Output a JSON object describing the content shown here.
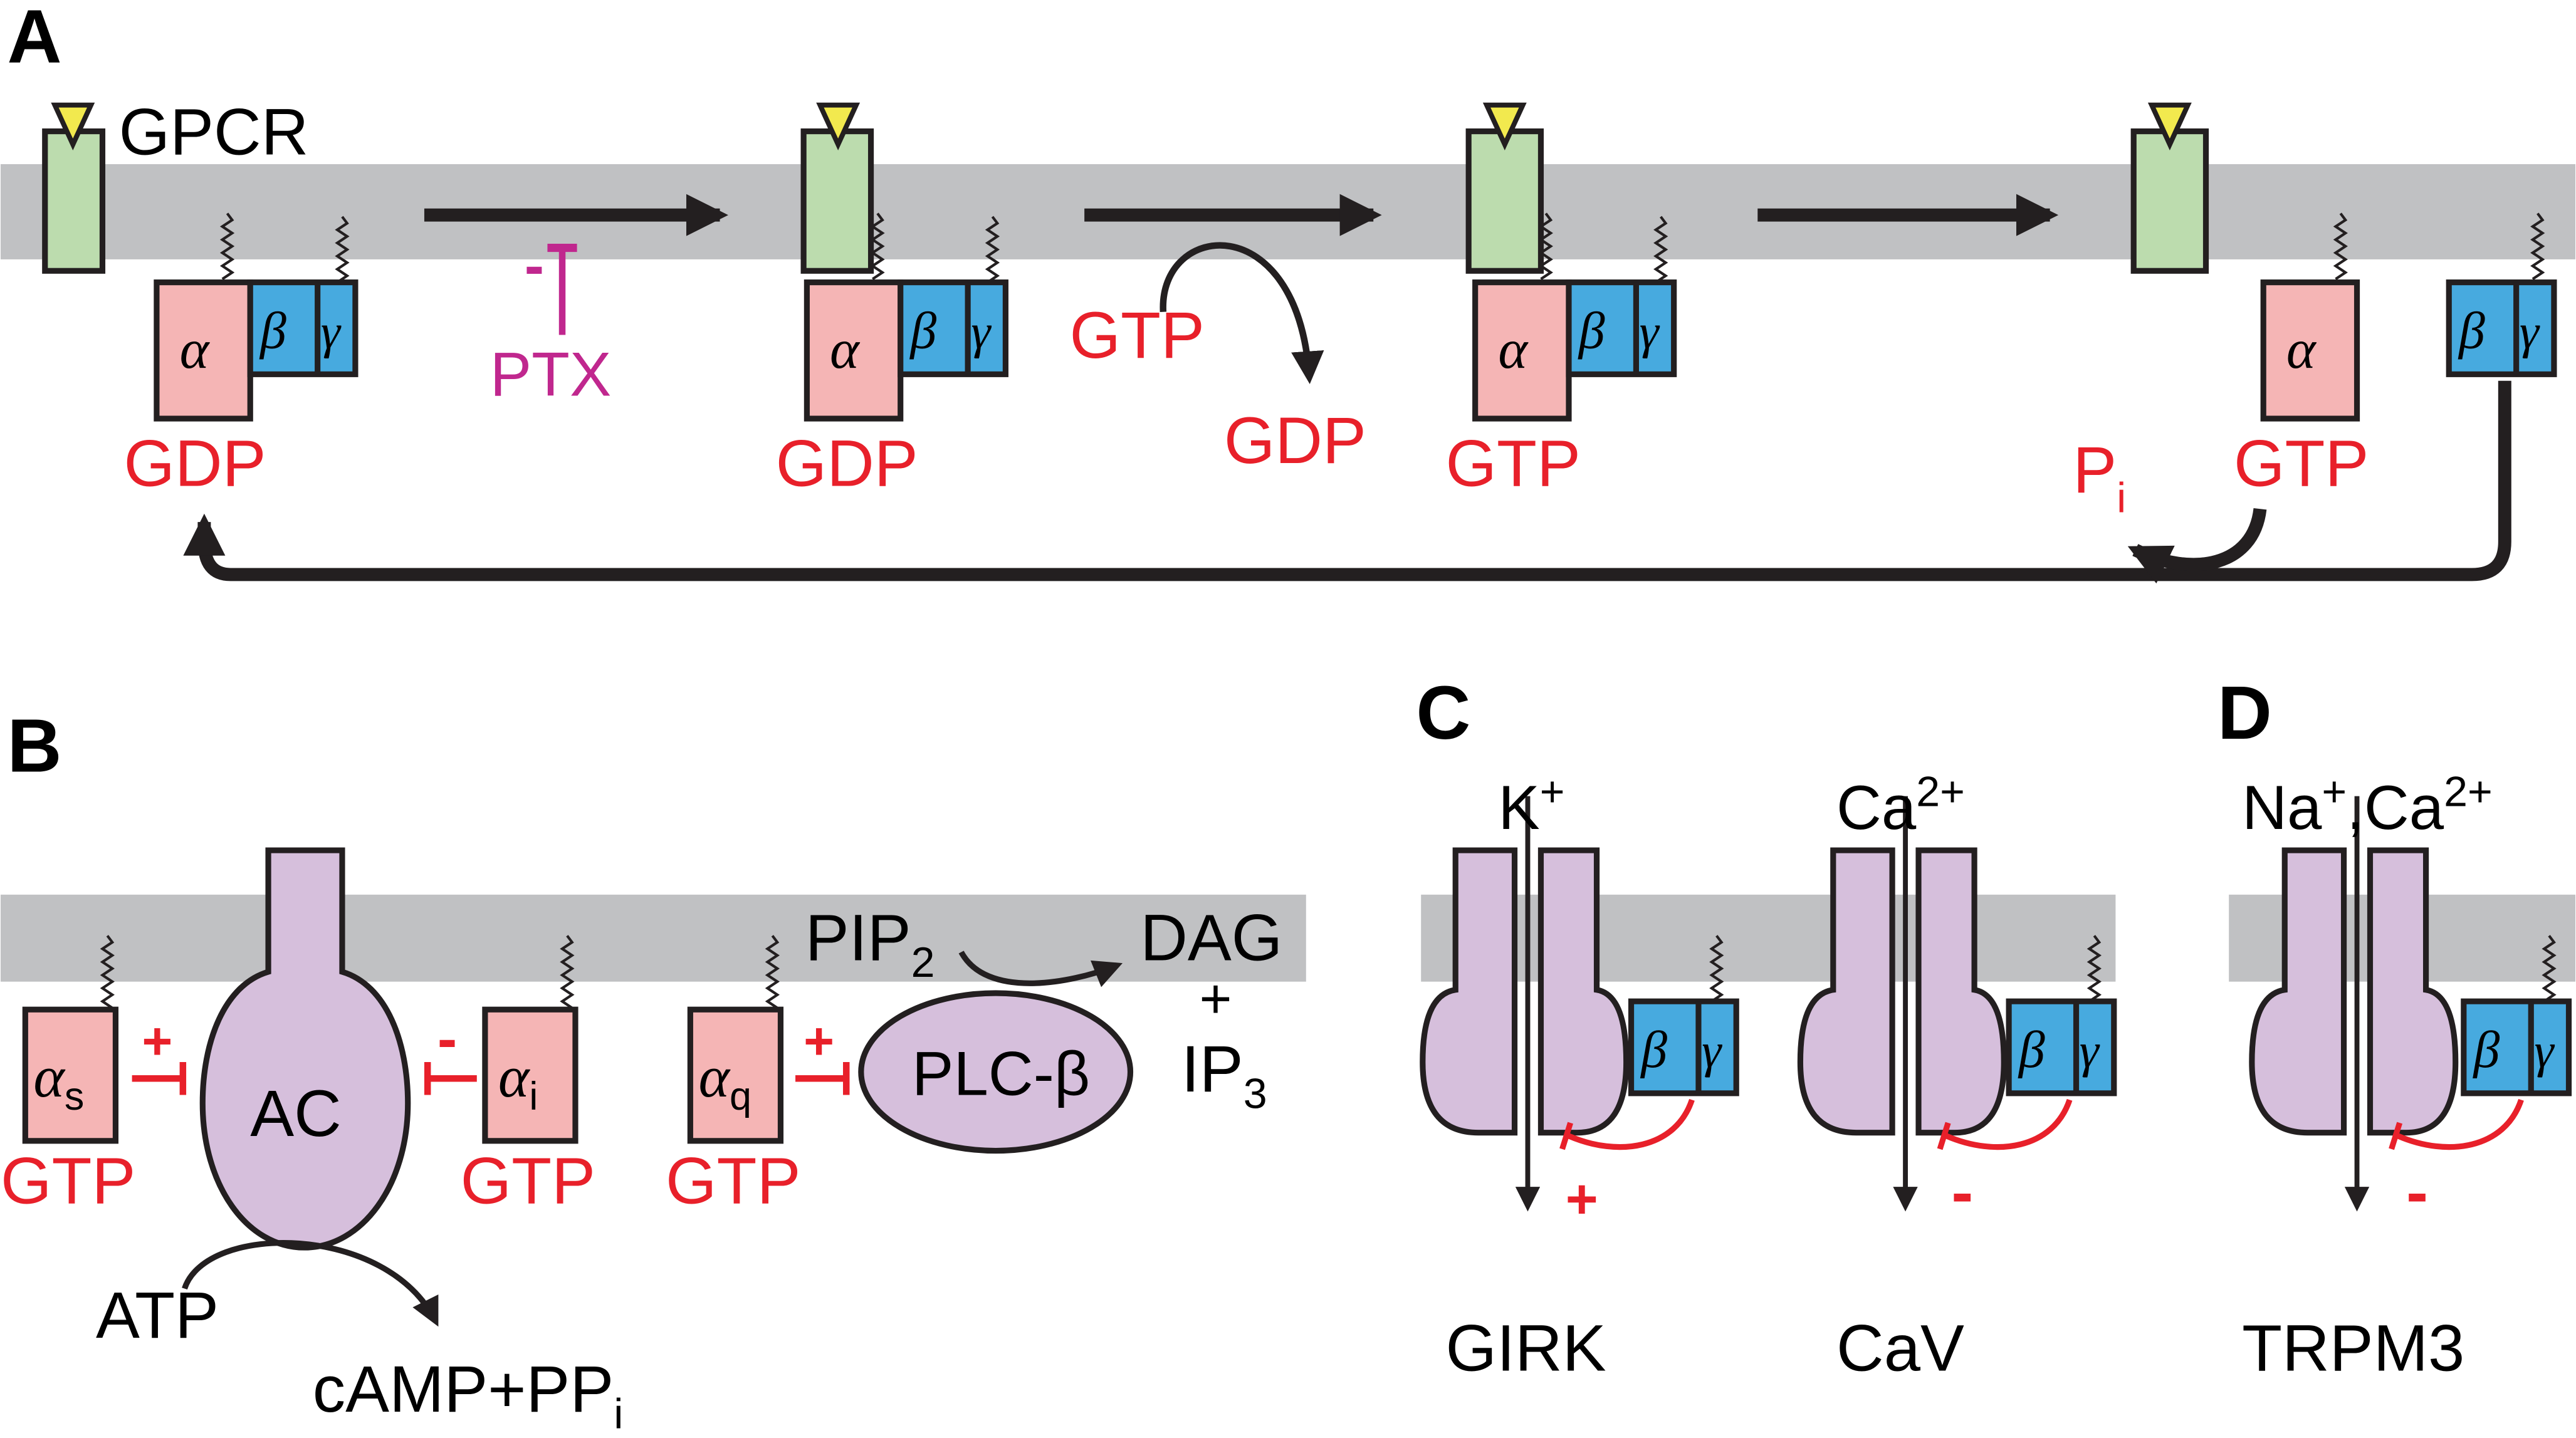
{
  "subunits": {
    "alpha": "α",
    "beta": "β",
    "gamma": "γ"
  },
  "colors": {
    "membrane": "#c0c1c3",
    "gpcr": "#bcdcae",
    "ligand": "#f2e94e",
    "g_alpha": "#f5b5b5",
    "g_betagamma": "#47aadf",
    "effector": "#d6bfdc",
    "red": "#e8202a",
    "ptx": "#c0278e"
  },
  "panelA": {
    "label": "A",
    "gpcr": "GPCR",
    "ptx": "PTX",
    "ptx_sign": "-",
    "state1_nucleotide": "GDP",
    "state2_nucleotide": "GDP",
    "exchange_in": "GTP",
    "exchange_out": "GDP",
    "state3_nucleotide": "GTP",
    "state4_nucleotide": "GTP",
    "pi": "P",
    "pi_sub": "i"
  },
  "panelB": {
    "label": "B",
    "alpha_s_sub": "s",
    "alpha_i_sub": "i",
    "alpha_q_sub": "q",
    "gtp": "GTP",
    "ac": "AC",
    "plc": "PLC-β",
    "pip": "PIP",
    "pip_sub": "2",
    "dag": "DAG",
    "plus": "+",
    "ip": "IP",
    "ip_sub": "3",
    "atp": "ATP",
    "camp": "cAMP+PP",
    "camp_sub": "i",
    "sign_s": "+",
    "sign_i": "-",
    "sign_q": "+"
  },
  "panelC": {
    "label": "C",
    "girk_ion": "K",
    "girk_ion_sup": "+",
    "girk_sign": "+",
    "girk_name": "GIRK",
    "cav_ion": "Ca",
    "cav_ion_sup": "2+",
    "cav_sign": "-",
    "cav_name": "CaV"
  },
  "panelD": {
    "label": "D",
    "ion1": "Na",
    "ion1_sup": "+",
    "sep": ",",
    "ion2": "Ca",
    "ion2_sup": "2+",
    "sign": "-",
    "name": "TRPM3"
  }
}
